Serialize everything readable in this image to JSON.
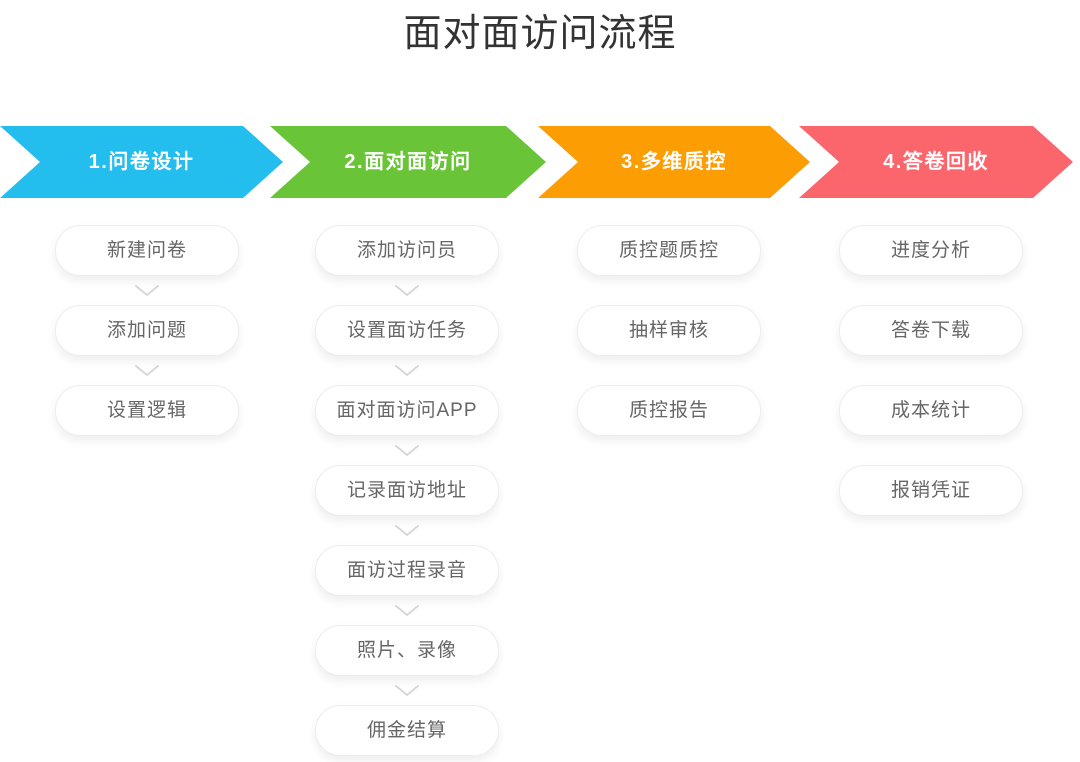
{
  "title": "面对面访问流程",
  "colors": {
    "background": "#ffffff",
    "title_text": "#333333",
    "arrow_text": "#ffffff",
    "pill_text": "#666666",
    "pill_border": "#ededed",
    "connector": "#d8d8d8"
  },
  "stages": [
    {
      "label": "1.问卷设计",
      "color": "#23bdee",
      "connectors_between_steps": true,
      "steps": [
        "新建问卷",
        "添加问题",
        "设置逻辑"
      ]
    },
    {
      "label": "2.面对面访问",
      "color": "#6ac437",
      "connectors_between_steps": true,
      "steps": [
        "添加访问员",
        "设置面访任务",
        "面对面访问APP",
        "记录面访地址",
        "面访过程录音",
        "照片、录像",
        "佣金结算"
      ]
    },
    {
      "label": "3.多维质控",
      "color": "#fc9d04",
      "connectors_between_steps": false,
      "steps": [
        "质控题质控",
        "抽样审核",
        "质控报告"
      ]
    },
    {
      "label": "4.答卷回收",
      "color": "#fb666c",
      "connectors_between_steps": false,
      "steps": [
        "进度分析",
        "答卷下载",
        "成本统计",
        "报销凭证"
      ]
    }
  ]
}
